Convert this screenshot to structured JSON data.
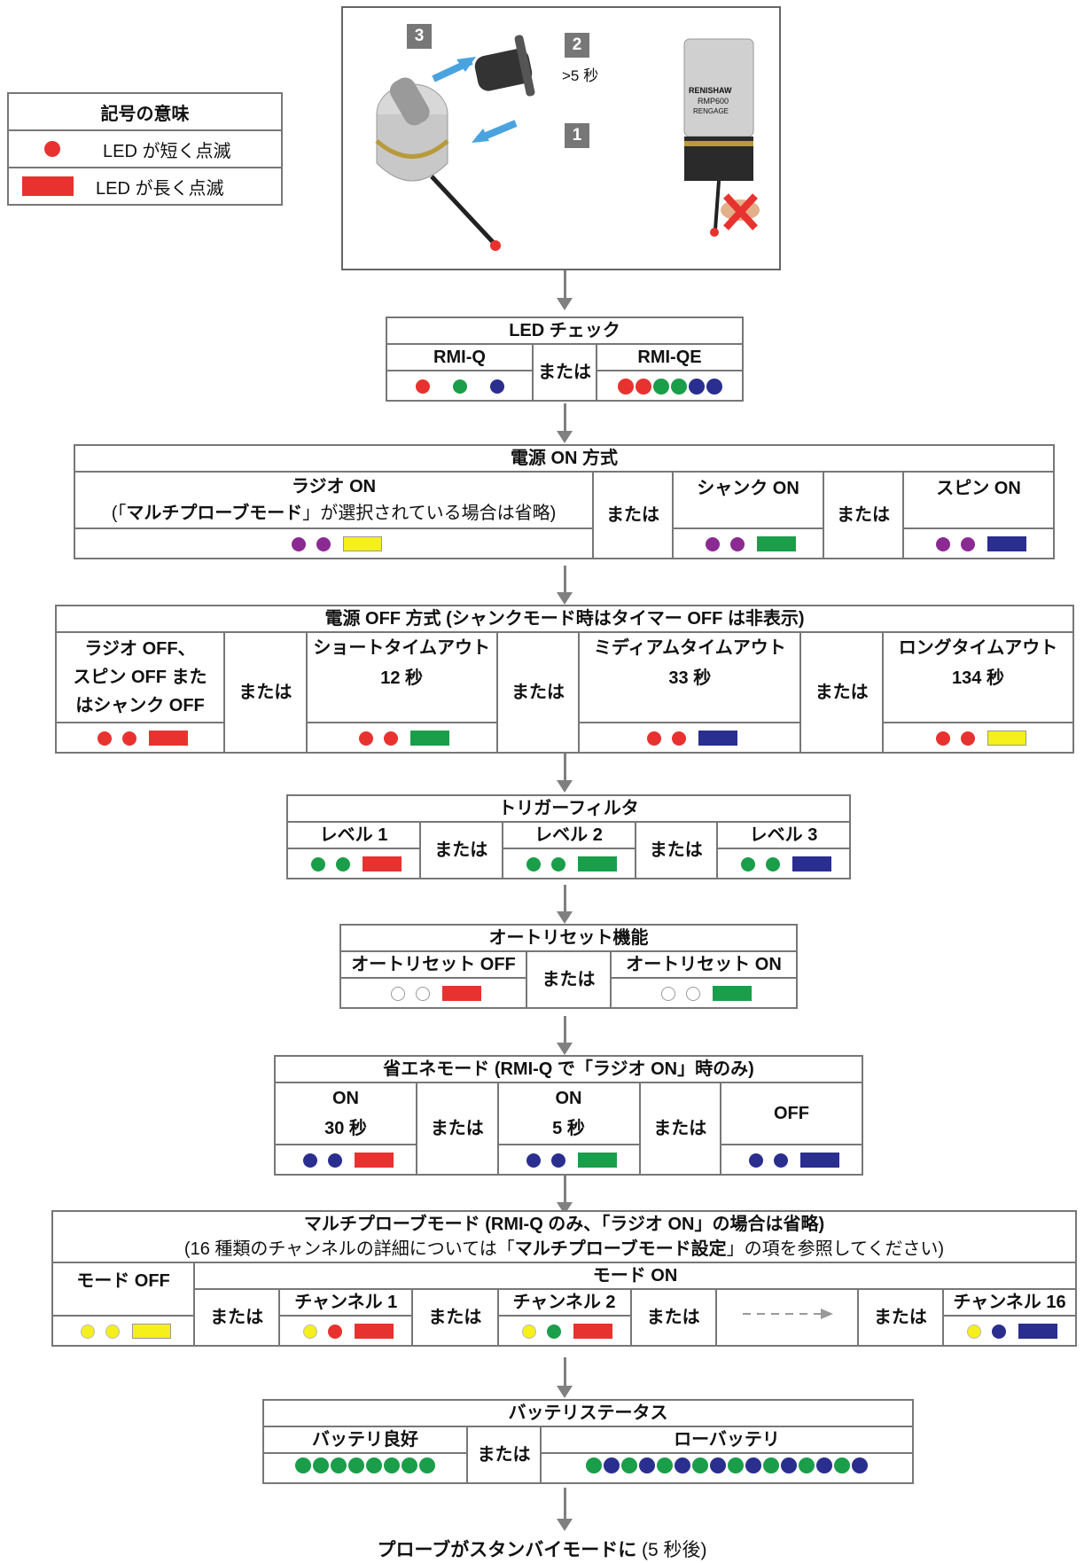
{
  "legend": {
    "title": "記号の意味",
    "short_blink": "LED が短く点滅",
    "long_blink": "LED が長く点滅"
  },
  "illustration": {
    "step1": "1",
    "step2": "2",
    "step3": "3",
    "time_label": ">5 秒",
    "probe_brand": "RENISHAW",
    "probe_model": "RMP600",
    "probe_sub": "RENGAGE"
  },
  "colors": {
    "red": "#e8322f",
    "green": "#1a9e4a",
    "blue": "#2a2e8f",
    "purple": "#8a2a92",
    "yellow": "#f5ef1c",
    "grey_arrow": "#808080"
  },
  "or": "または",
  "led_check": {
    "title": "LED チェック",
    "rmiq": "RMI-Q",
    "rmiqe": "RMI-QE"
  },
  "power_on": {
    "title": "電源 ON 方式",
    "radio_line1": "ラジオ ON",
    "radio_line2_open": "(「",
    "radio_line2_bold": "マルチプローブモード",
    "radio_line2_close": "」が選択されている場合は省略)",
    "shank": "シャンク ON",
    "spin": "スピン ON"
  },
  "power_off": {
    "title": "電源 OFF 方式 (シャンクモード時はタイマー OFF は非表示)",
    "radio_off_1": "ラジオ OFF、",
    "radio_off_2": "スピン OFF また",
    "radio_off_3": "はシャンク OFF",
    "short_1": "ショートタイムアウト",
    "short_2": "12 秒",
    "medium_1": "ミディアムタイムアウト",
    "medium_2": "33 秒",
    "long_1": "ロングタイムアウト",
    "long_2": "134 秒"
  },
  "trigger": {
    "title": "トリガーフィルタ",
    "level1": "レベル 1",
    "level2": "レベル 2",
    "level3": "レベル 3"
  },
  "autoreset": {
    "title": "オートリセット機能",
    "off": "オートリセット OFF",
    "on": "オートリセット ON"
  },
  "eco": {
    "title": "省エネモード (RMI-Q で「ラジオ ON」時のみ)",
    "on": "ON",
    "s30": "30 秒",
    "s5": "5 秒",
    "off": "OFF"
  },
  "multi": {
    "title": "マルチプローブモード (RMI-Q のみ、「ラジオ ON」の場合は省略)",
    "sub_a": "(16 種類のチャンネルの詳細については「",
    "sub_bold": "マルチプローブモード設定",
    "sub_b": "」の項を参照してください)",
    "mode_off": "モード OFF",
    "mode_on": "モード ON",
    "ch1": "チャンネル 1",
    "ch2": "チャンネル 2",
    "ch16": "チャンネル 16"
  },
  "battery": {
    "title": "バッテリステータス",
    "good": "バッテリ良好",
    "low": "ローバッテリ"
  },
  "footer": {
    "bold": "プローブがスタンバイモードに",
    "rest": " (5 秒後)"
  }
}
